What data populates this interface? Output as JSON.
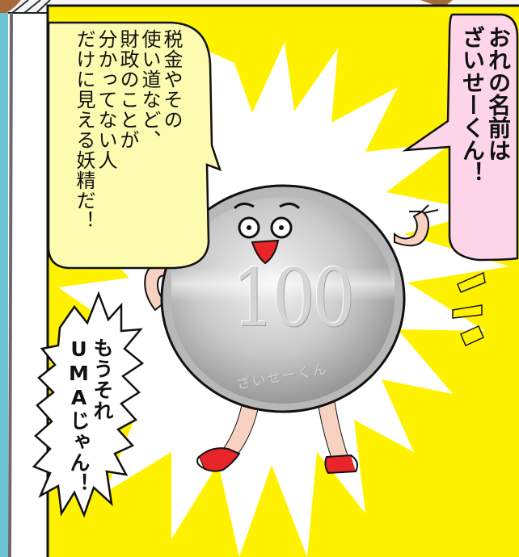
{
  "comic": {
    "bubbles": {
      "tax_description": "税金やその\n使い道など、\n財政のことが\n分かってない人\nだけに見える妖精だ！",
      "self_intro": "おれの名前は\nざいせーくん！",
      "retort": "もうそれ\nUMAじゃん！"
    },
    "coin": {
      "denomination": "100",
      "engraving": "ざいせーくん"
    }
  },
  "colors": {
    "border": "#6cc3d4",
    "background_yellow": "#fff200",
    "burst_white": "#ffffff",
    "bubble_pale_yellow": "#fdfbb0",
    "bubble_pink": "#fcd5e8",
    "coin_silver": "#c4c4c4",
    "nose_red": "#e8262a",
    "shoe_red": "#e8262a",
    "skin": "#f7d2c1",
    "hair_brown": "#a86a3a"
  }
}
